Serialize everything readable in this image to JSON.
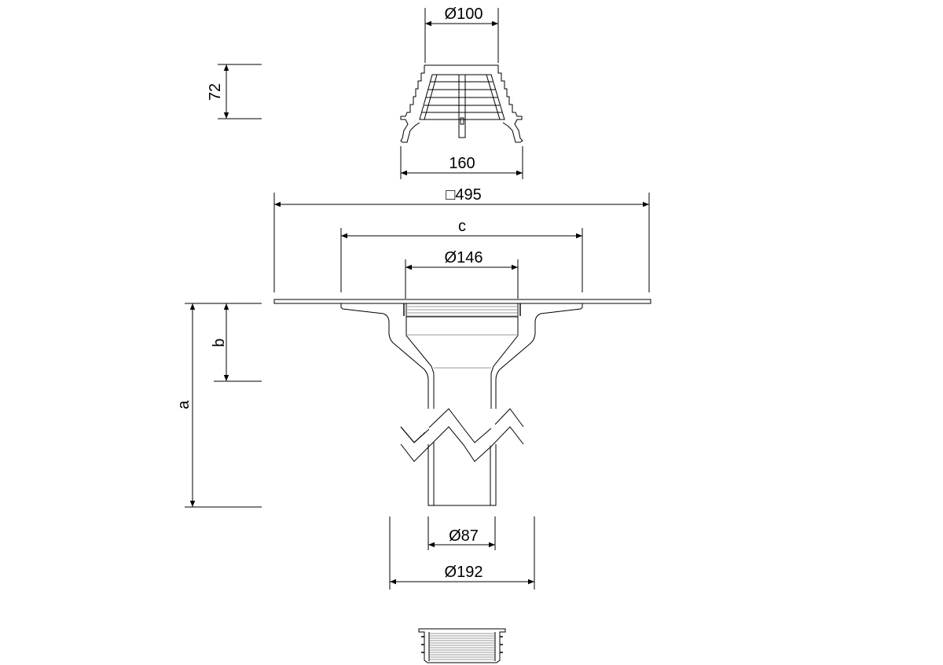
{
  "title": "Roof drain technical drawing",
  "dimensions": {
    "grate_diameter": "Ø100",
    "grate_height": "72",
    "grate_width": "160",
    "flange_square": "□495",
    "flange_inner": "c",
    "inlet_diameter": "Ø146",
    "depth_total": "a",
    "depth_upper": "b",
    "pipe_diameter": "Ø87",
    "outer_diameter": "Ø192"
  },
  "colors": {
    "line": "#000000",
    "hatch": "#999999",
    "background": "#ffffff"
  }
}
